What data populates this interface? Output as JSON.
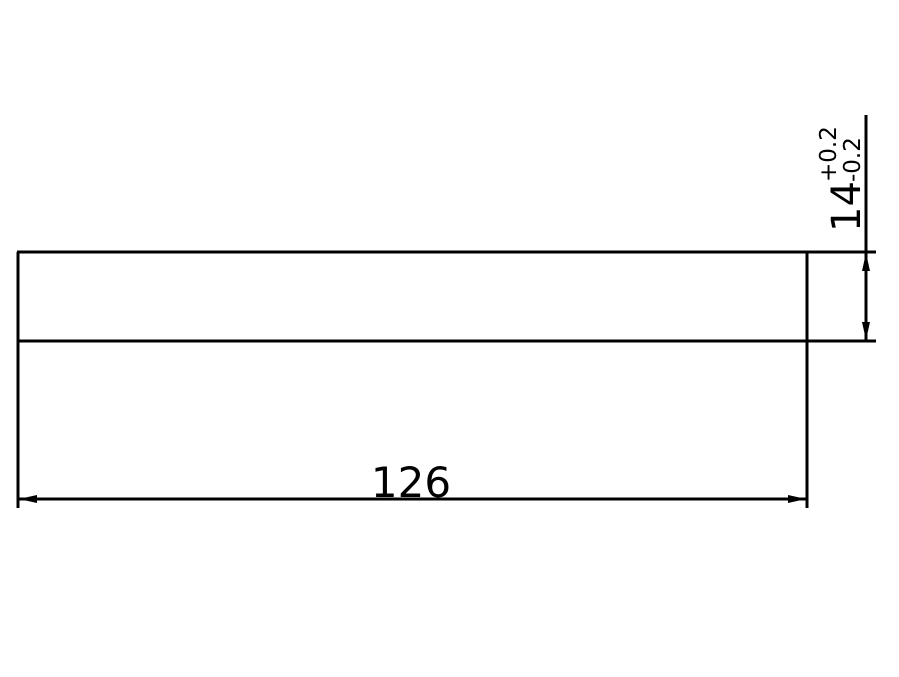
{
  "drawing": {
    "line_color": "#000000",
    "background": "#ffffff"
  },
  "dimensions": {
    "length": {
      "value": "126"
    },
    "thickness": {
      "nominal": "14",
      "upper_tolerance": "+0.2",
      "lower_tolerance": "-0.2"
    }
  }
}
